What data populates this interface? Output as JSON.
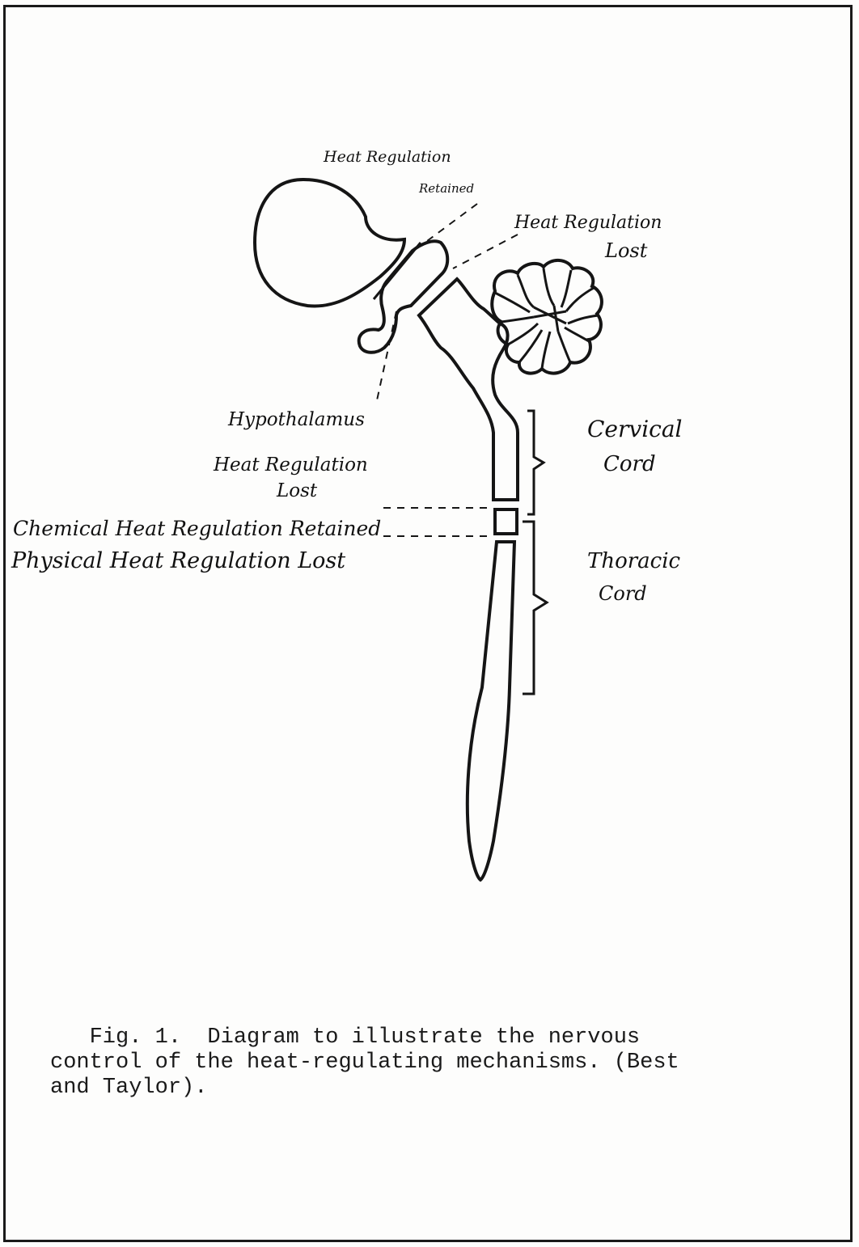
{
  "labels": {
    "heat_regulation_retained_top": [
      "Heat Regulation",
      "Retained"
    ],
    "heat_regulation_lost_top": [
      "Heat Regulation",
      "Lost"
    ],
    "hypothalamus": "Hypothalamus",
    "heat_regulation_lost_mid": [
      "Heat Regulation",
      "Lost"
    ],
    "chemical_heat_regulation_retained": "Chemical Heat Regulation Retained",
    "physical_heat_regulation_lost": "Physical Heat Regulation Lost",
    "cervical_cord": [
      "Cervical",
      "Cord"
    ],
    "thoracic_cord": [
      "Thoracic",
      "Cord"
    ]
  },
  "caption": {
    "lines": [
      "   Fig. 1.  Diagram to illustrate the nervous",
      "control of the heat-regulating mechanisms. (Best",
      "and Taylor)."
    ]
  },
  "colors": {
    "ink": "#1a1a1a",
    "paper": "#fdfdfc"
  }
}
